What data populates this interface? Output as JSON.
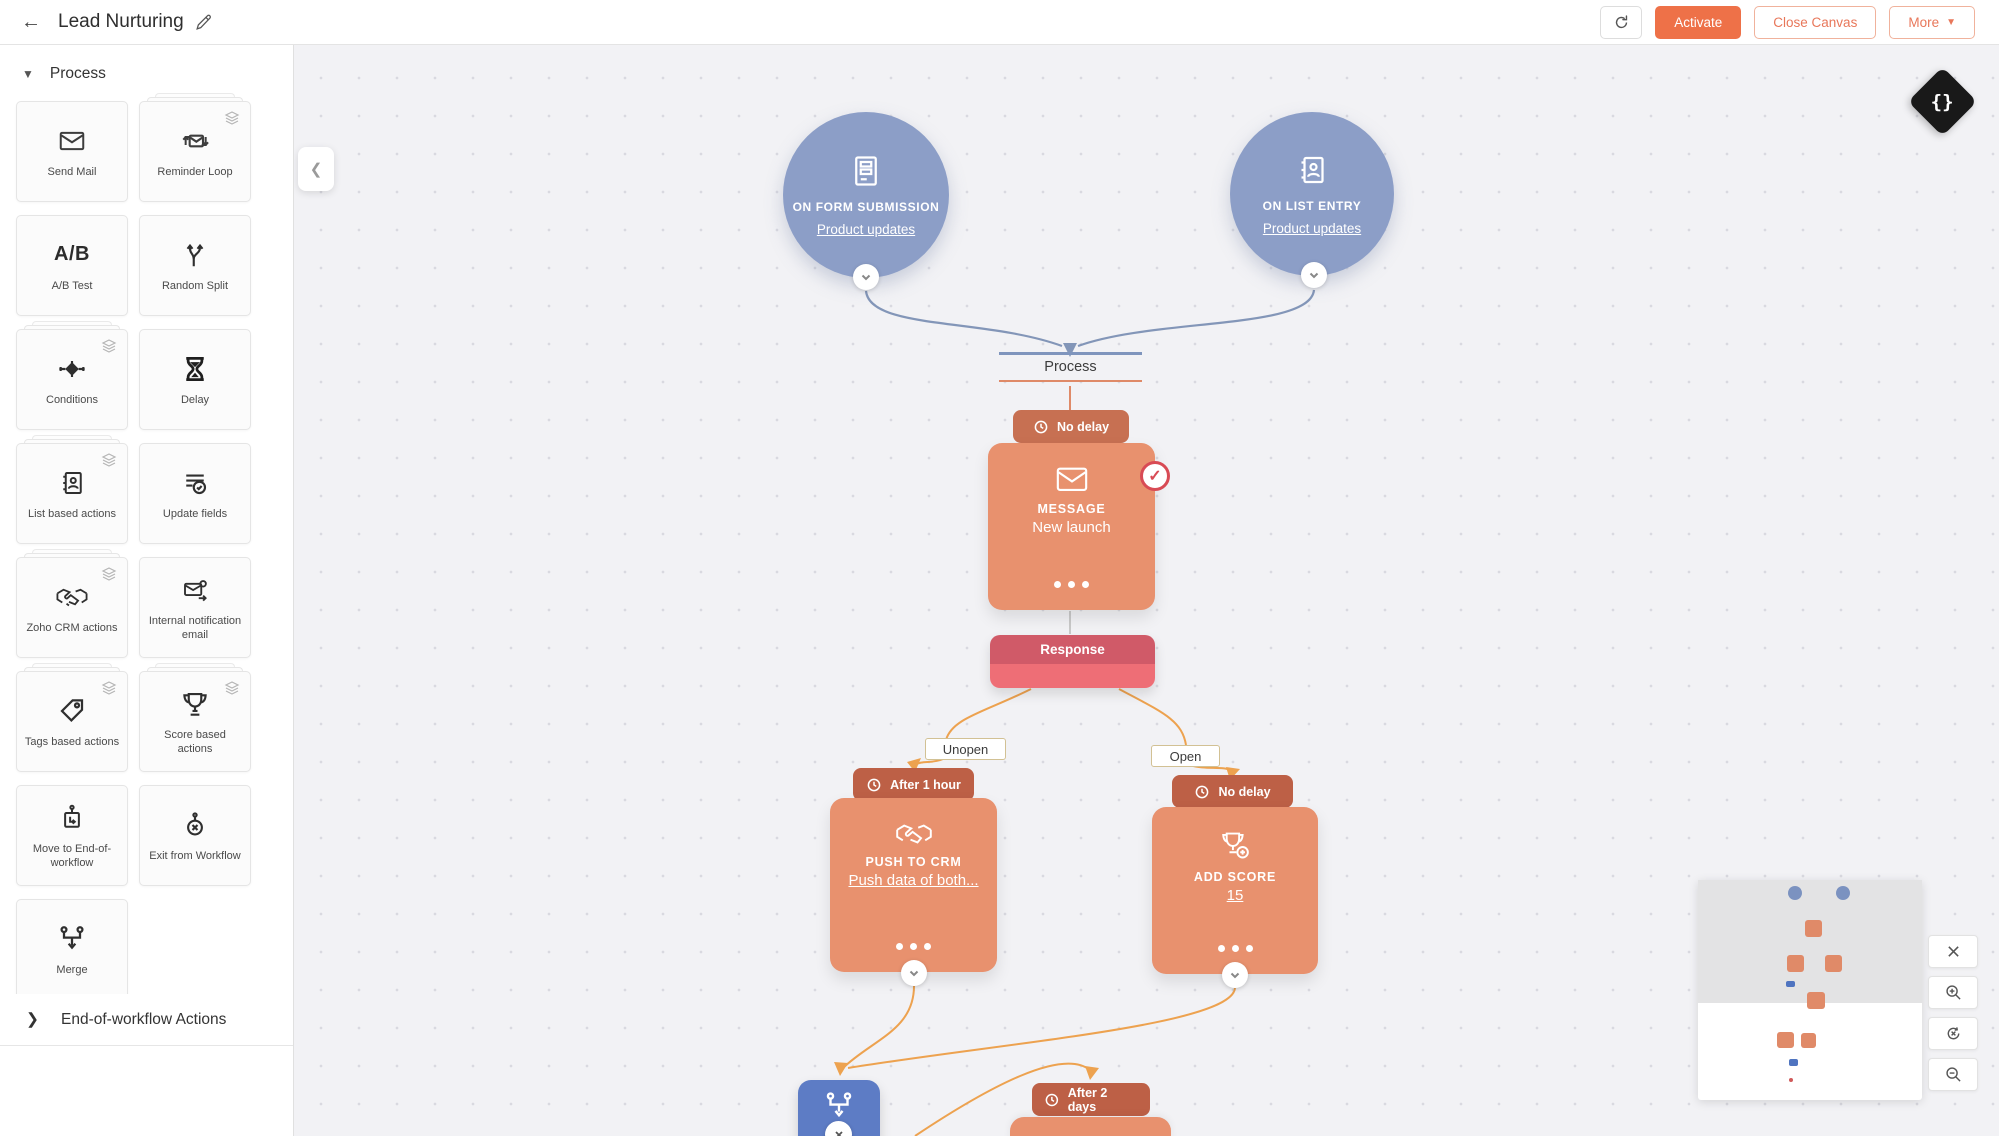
{
  "header": {
    "title": "Lead Nurturing",
    "activate_label": "Activate",
    "close_canvas_label": "Close Canvas",
    "more_label": "More"
  },
  "sidebar": {
    "process_header": "Process",
    "eow_header": "End-of-workflow Actions",
    "ab_icon_text": "A/B",
    "items": [
      {
        "label": "Send Mail"
      },
      {
        "label": "Reminder Loop"
      },
      {
        "label": "A/B Test"
      },
      {
        "label": "Random Split"
      },
      {
        "label": "Conditions"
      },
      {
        "label": "Delay"
      },
      {
        "label": "List based actions"
      },
      {
        "label": "Update fields"
      },
      {
        "label": "Zoho CRM actions"
      },
      {
        "label": "Internal notification email"
      },
      {
        "label": "Tags based actions"
      },
      {
        "label": "Score based actions"
      },
      {
        "label": "Move to End-of-workflow"
      },
      {
        "label": "Exit from Workflow"
      },
      {
        "label": "Merge"
      }
    ]
  },
  "canvas": {
    "triggers": [
      {
        "type": "ON FORM SUBMISSION",
        "link": "Product updates"
      },
      {
        "type": "ON LIST ENTRY",
        "link": "Product updates"
      }
    ],
    "process_label": "Process",
    "badges": {
      "no_delay_top": "No delay",
      "after_1_hour": "After 1 hour",
      "no_delay_right": "No delay",
      "after_2_days": "After 2 days"
    },
    "message_node": {
      "type": "MESSAGE",
      "name": "New launch"
    },
    "response_label": "Response",
    "branch_labels": {
      "unopen": "Unopen",
      "open": "Open"
    },
    "push_node": {
      "type": "PUSH TO CRM",
      "link": "Push data of both..."
    },
    "score_node": {
      "type": "ADD SCORE",
      "link": "15"
    },
    "check_mark": "✓",
    "widget_glyph": "{}"
  },
  "colors": {
    "accent_orange": "#ee7148",
    "node_salmon": "#e8916e",
    "badge_rust": "#c77052",
    "badge_dark_rust": "#bd6046",
    "trigger_blue": "#8c9ec7",
    "merge_blue": "#5d7cc5",
    "edge_blue": "#8396b8",
    "edge_orange": "#eda24f",
    "response_top": "#d05a68",
    "response_bottom": "#ee6e76"
  }
}
